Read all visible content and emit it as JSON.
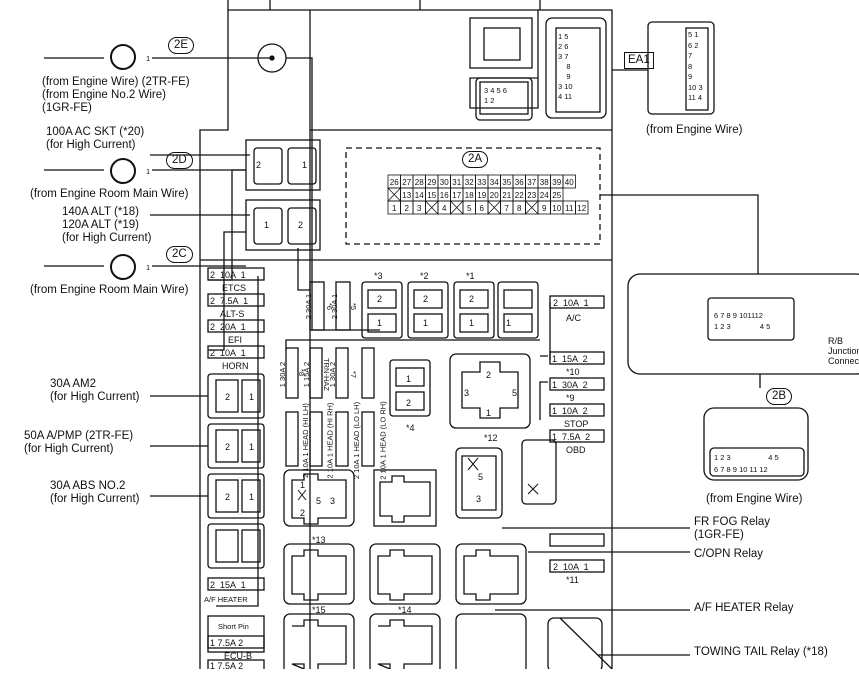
{
  "left_labels": {
    "engine_wire": "(from Engine Wire) (2TR-FE)\n(from Engine No.2 Wire)\n(1GR-FE)",
    "ac_skt": "100A AC SKT (*20)\n(for High Current)",
    "engine_room_main_1": "(from Engine Room Main Wire)",
    "alt": "140A ALT (*18)\n120A ALT (*19)\n(for High Current)",
    "engine_room_main_2": "(from Engine Room Main Wire)",
    "am2": "30A AM2\n(for High Current)",
    "apmp": "50A A/PMP (2TR-FE)\n(for High Current)",
    "abs2": "30A ABS NO.2\n(for High Current)"
  },
  "connectors": {
    "2E": "2E",
    "2D": "2D",
    "2C": "2C",
    "2A": "2A",
    "2B": "2B",
    "EA1": "EA1",
    "pin_one": "1"
  },
  "right_labels": {
    "from_engine_wire_ea1": "(from Engine Wire)",
    "rb_junction": "R/B\nJunction\nConnect",
    "from_engine_wire_2b": "(from Engine Wire)",
    "fr_fog": "FR FOG Relay\n(1GR-FE)",
    "copn": "C/OPN Relay",
    "af_heater_relay": "A/F HEATER Relay",
    "towing_tail": "TOWING TAIL Relay (*18)"
  },
  "conn_2a": {
    "row1": [
      "26",
      "27",
      "28",
      "29",
      "30",
      "31",
      "32",
      "33",
      "34",
      "35",
      "36",
      "37",
      "38",
      "39",
      "40"
    ],
    "row2": [
      "X",
      "13",
      "14",
      "15",
      "16",
      "17",
      "18",
      "19",
      "20",
      "21",
      "22",
      "23",
      "24",
      "25"
    ],
    "row3": [
      "1",
      "2",
      "3",
      "X",
      "4",
      "X",
      "5",
      "6",
      "X",
      "7",
      "8",
      "X",
      "9",
      "10",
      "11",
      "12"
    ]
  },
  "fuses": {
    "etcs": {
      "n": "2",
      "a": "10A",
      "p": "1",
      "name": "ETCS"
    },
    "alts": {
      "n": "2",
      "a": "7.5A",
      "p": "1",
      "name": "ALT-S"
    },
    "efi": {
      "n": "2",
      "a": "20A",
      "p": "1",
      "name": "EFI"
    },
    "horn": {
      "n": "2",
      "a": "10A",
      "p": "1",
      "name": "HORN"
    },
    "ac": {
      "n": "2",
      "a": "10A",
      "p": "1",
      "name": "A/C"
    },
    "f10": {
      "n": "1",
      "a": "15A",
      "p": "2",
      "name": "*10"
    },
    "f9": {
      "n": "1",
      "a": "30A",
      "p": "2",
      "name": "*9"
    },
    "stop": {
      "n": "1",
      "a": "10A",
      "p": "2",
      "name": "STOP"
    },
    "obd": {
      "n": "1",
      "a": "7.5A",
      "p": "2",
      "name": "OBD"
    },
    "f11": {
      "n": "2",
      "a": "10A",
      "p": "1",
      "name": "*11"
    },
    "afh": {
      "n": "2",
      "a": "15A",
      "p": "1",
      "name": "A/F HEATER"
    },
    "ecub": {
      "n": "1",
      "a": "7.5A",
      "p": "2",
      "name": "ECU-B"
    },
    "ecub2": {
      "n": "1",
      "a": "7.5A",
      "p": "2"
    },
    "short_pin": "Short Pin"
  },
  "vertical_fuses": {
    "f6": {
      "text": "2 30A 1",
      "name": "*6"
    },
    "f5": {
      "text": "2 30A 1",
      "name": "*5"
    },
    "f8": {
      "text": "1 30A 2",
      "name": "*8"
    },
    "trn": {
      "text": "1 15A 2",
      "name": "TRN-HAZ"
    },
    "f7": {
      "text": "1 30A 2",
      "name": "*7"
    },
    "hl1": {
      "text": "2 10A 1",
      "name": "HEAD (HI LH)"
    },
    "hl2": {
      "text": "2 10A 1",
      "name": "HEAD (HI RH)"
    },
    "hl3": {
      "text": "2 10A 1",
      "name": "HEAD (LO LH)"
    },
    "hl4": {
      "text": "2 10A 1",
      "name": "HEAD (LO RH)"
    }
  },
  "relay_marks": {
    "r3": "*3",
    "r2": "*2",
    "r1": "*1",
    "r4": "*4",
    "r12": "*12",
    "r13": "*13",
    "r15": "*15",
    "r14": "*14"
  },
  "pins": {
    "p1": "1",
    "p2": "2",
    "p3": "3",
    "p4": "4",
    "p5": "5",
    "p6": "6",
    "p7": "7",
    "p8": "8",
    "p9": "9",
    "p10": "10",
    "p11": "11",
    "p12": "12"
  }
}
